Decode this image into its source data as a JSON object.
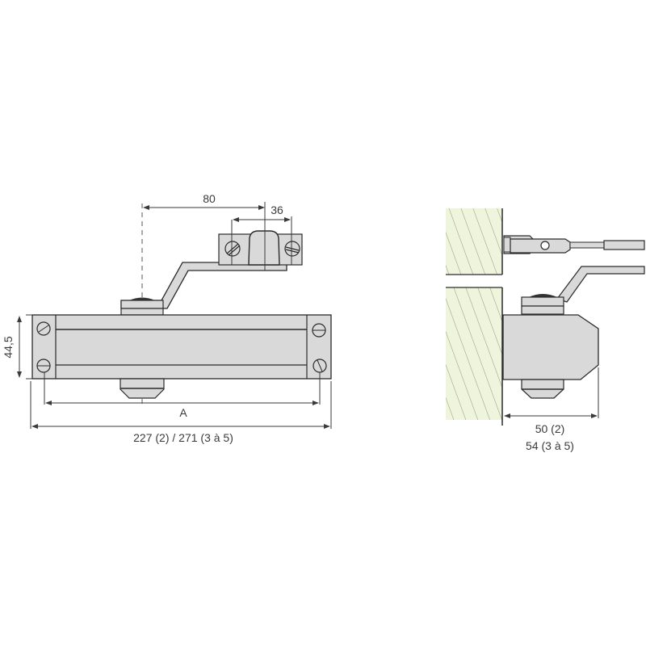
{
  "diagram": {
    "subject": "Surface-mounted door closer with arm — technical dimension drawing",
    "views": {
      "front": {
        "dimensions": {
          "arm_offset": "80",
          "bracket_screw_spacing": "36",
          "body_height": "44,5",
          "mounting_hole_spacing": "A",
          "overall_length": "227 (2) / 271 (3 à 5)"
        }
      },
      "side": {
        "dimensions": {
          "projection_size2": "50 (2)",
          "projection_size3to5": "54 (3 à 5)"
        }
      }
    },
    "colors": {
      "body_fill": "#d9d9d9",
      "outline": "#2a2a2a",
      "wall_fill": "#eef5dc",
      "wall_hatch": "#8a8a6a",
      "dim_line": "#3a3a3a"
    }
  }
}
